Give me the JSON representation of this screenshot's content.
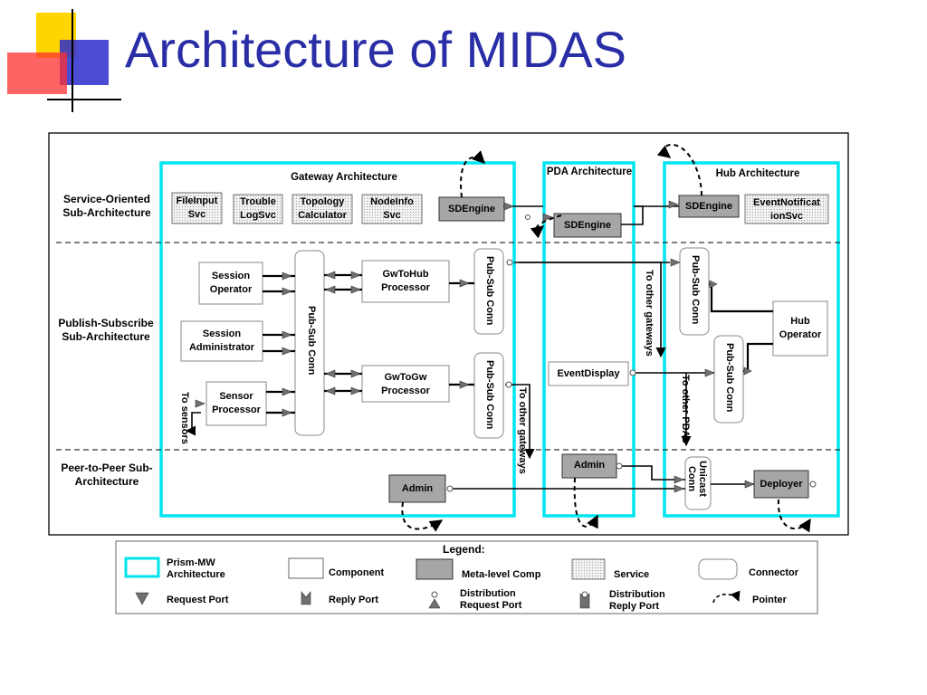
{
  "title": "Architecture of MIDAS",
  "sections": {
    "gateway": "Gateway Architecture",
    "pda": "PDA Architecture",
    "hub": "Hub Architecture"
  },
  "rows": {
    "service": "Service-Oriented Sub-Architecture",
    "pubsub": "Publish-Subscribe Sub-Architecture",
    "p2p": "Peer-to-Peer Sub-Architecture"
  },
  "services": {
    "fileinput": "FileInput Svc",
    "trouble": "Trouble LogSvc",
    "topology": "Topology Calculator",
    "nodeinfo": "NodeInfo Svc",
    "eventnotif": "EventNotificat ionSvc"
  },
  "components": {
    "session_operator": "Session Operator",
    "session_admin": "Session Administrator",
    "sensor_processor": "Sensor Processor",
    "gwtohub": "GwToHub Processor",
    "gwtogw": "GwToGw Processor",
    "event_display": "EventDisplay",
    "hub_operator": "Hub Operator"
  },
  "meta": {
    "sdengine": "SDEngine",
    "admin": "Admin",
    "deployer": "Deployer"
  },
  "connectors": {
    "pubsub": "Pub-Sub Conn",
    "unicast": "Unicast Conn"
  },
  "annotations": {
    "to_sensors": "To sensors",
    "to_other_gateways": "To other gateways",
    "to_other_pdas": "To other PDAs"
  },
  "legend": {
    "title": "Legend:",
    "prism": "Prism-MW Architecture",
    "component": "Component",
    "meta": "Meta-level Comp",
    "service": "Service",
    "connector": "Connector",
    "request_port": "Request Port",
    "reply_port": "Reply Port",
    "dist_request": "Distribution Request Port",
    "dist_reply": "Distribution Reply Port",
    "pointer": "Pointer"
  },
  "colors": {
    "title": "#2a2ea6",
    "prism_boundary": "#00e5ef",
    "meta_fill": "#a6a6a6",
    "service_fill": "#e4e4e4",
    "port_fill": "#707070",
    "logo_yellow": "#ffd500",
    "logo_red": "#ff3030",
    "logo_blue": "#2c2ccc"
  }
}
